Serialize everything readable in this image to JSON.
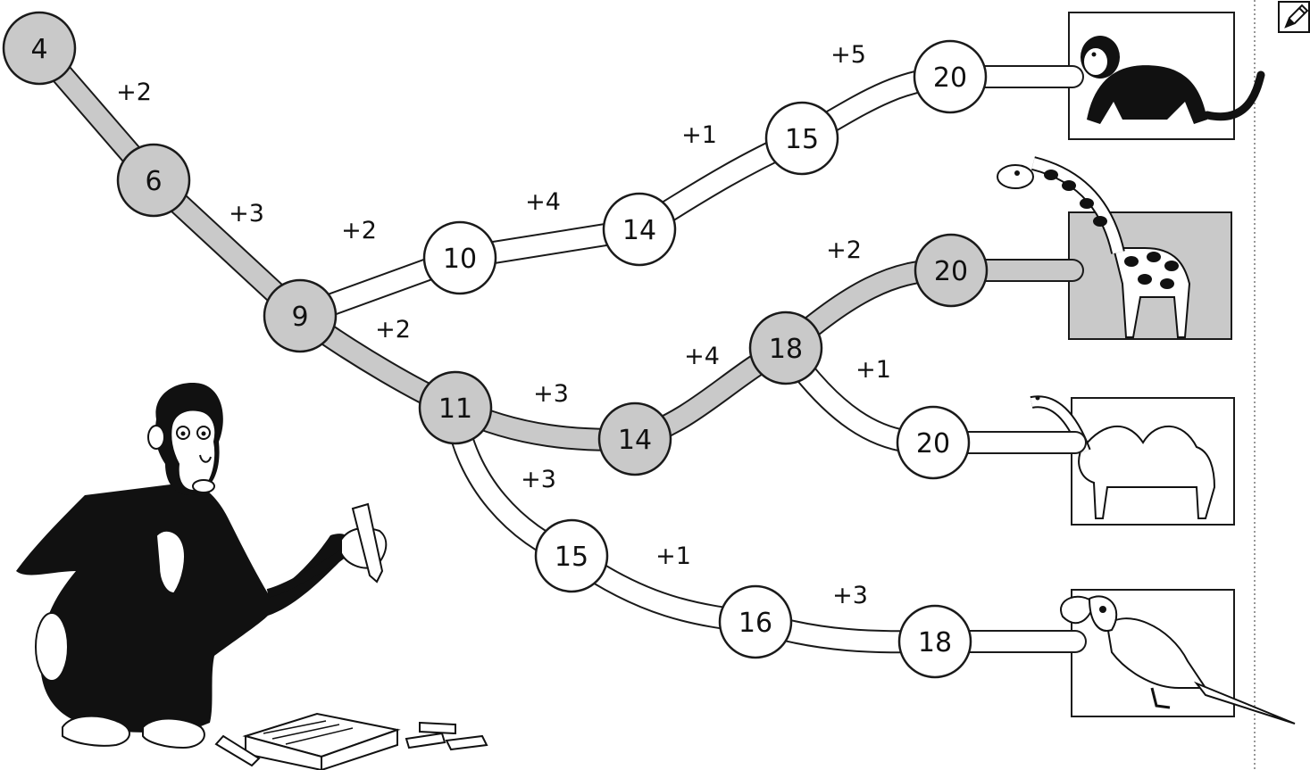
{
  "colors": {
    "highlight": "#c9c9c9",
    "ink": "#111111",
    "background": "#ffffff"
  },
  "nodes": [
    {
      "id": "n4",
      "value": "4",
      "highlighted": true
    },
    {
      "id": "n6",
      "value": "6",
      "highlighted": true
    },
    {
      "id": "n9",
      "value": "9",
      "highlighted": true
    },
    {
      "id": "n10",
      "value": "10",
      "highlighted": false
    },
    {
      "id": "n14a",
      "value": "14",
      "highlighted": false
    },
    {
      "id": "n15a",
      "value": "15",
      "highlighted": false
    },
    {
      "id": "n20a",
      "value": "20",
      "highlighted": false
    },
    {
      "id": "n11",
      "value": "11",
      "highlighted": true
    },
    {
      "id": "n14b",
      "value": "14",
      "highlighted": true
    },
    {
      "id": "n18a",
      "value": "18",
      "highlighted": true
    },
    {
      "id": "n20b",
      "value": "20",
      "highlighted": true
    },
    {
      "id": "n20c",
      "value": "20",
      "highlighted": false
    },
    {
      "id": "n15b",
      "value": "15",
      "highlighted": false
    },
    {
      "id": "n16",
      "value": "16",
      "highlighted": false
    },
    {
      "id": "n18b",
      "value": "18",
      "highlighted": false
    }
  ],
  "edges": [
    {
      "from": "n4",
      "to": "n6",
      "label": "+2",
      "highlighted": true
    },
    {
      "from": "n6",
      "to": "n9",
      "label": "+3",
      "highlighted": true
    },
    {
      "from": "n9",
      "to": "n10",
      "label": "+2",
      "highlighted": false
    },
    {
      "from": "n10",
      "to": "n14a",
      "label": "+4",
      "highlighted": false
    },
    {
      "from": "n14a",
      "to": "n15a",
      "label": "+1",
      "highlighted": false
    },
    {
      "from": "n15a",
      "to": "n20a",
      "label": "+5",
      "highlighted": false
    },
    {
      "from": "n9",
      "to": "n11",
      "label": "+2",
      "highlighted": true
    },
    {
      "from": "n11",
      "to": "n14b",
      "label": "+3",
      "highlighted": true
    },
    {
      "from": "n14b",
      "to": "n18a",
      "label": "+4",
      "highlighted": true
    },
    {
      "from": "n18a",
      "to": "n20b",
      "label": "+2",
      "highlighted": true
    },
    {
      "from": "n18a",
      "to": "n20c",
      "label": "+1",
      "highlighted": false
    },
    {
      "from": "n11",
      "to": "n15b",
      "label": "+3",
      "highlighted": false
    },
    {
      "from": "n15b",
      "to": "n16",
      "label": "+1",
      "highlighted": false
    },
    {
      "from": "n16",
      "to": "n18b",
      "label": "+3",
      "highlighted": false
    }
  ],
  "destinations": [
    {
      "id": "dest-monkey",
      "animal": "monkey",
      "highlighted": false
    },
    {
      "id": "dest-giraffe",
      "animal": "giraffe",
      "highlighted": true
    },
    {
      "id": "dest-camel",
      "animal": "camel",
      "highlighted": false
    },
    {
      "id": "dest-parrot",
      "animal": "parrot",
      "highlighted": false
    }
  ],
  "icons": {
    "corner": "pencil-icon",
    "character": "chimpanzee-with-crayon",
    "supplies": "crayon-box"
  }
}
